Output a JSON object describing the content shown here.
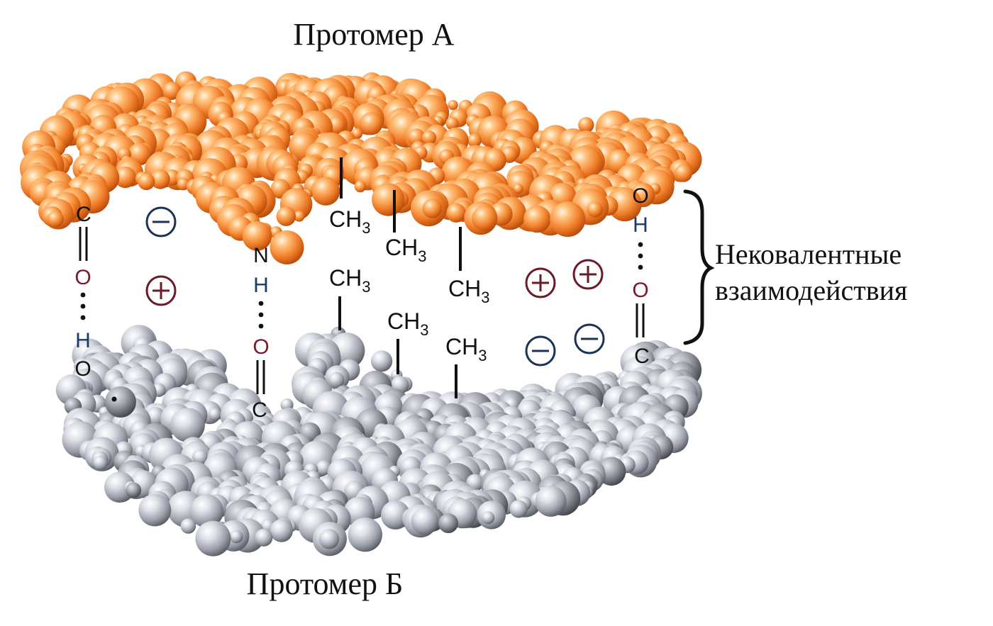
{
  "title_top": "Протомер А",
  "title_bottom": "Протомер Б",
  "side_label": {
    "line1": "Нековалентные",
    "line2": "взаимодействия"
  },
  "atoms": {
    "C": "C",
    "O": "O",
    "H": "H",
    "N": "N"
  },
  "methyl": {
    "base": "CH",
    "sub": "3"
  },
  "charges": {
    "negative": "−",
    "positive": "+"
  },
  "colors": {
    "protomer_a": "#ef7d28",
    "protomer_b": "#8e929c",
    "oxygen": "#7a1a2e",
    "hydrogen": "#1e3a66",
    "charge_negative": "#1c3355",
    "charge_positive": "#6b1a2a",
    "text": "#111111"
  }
}
